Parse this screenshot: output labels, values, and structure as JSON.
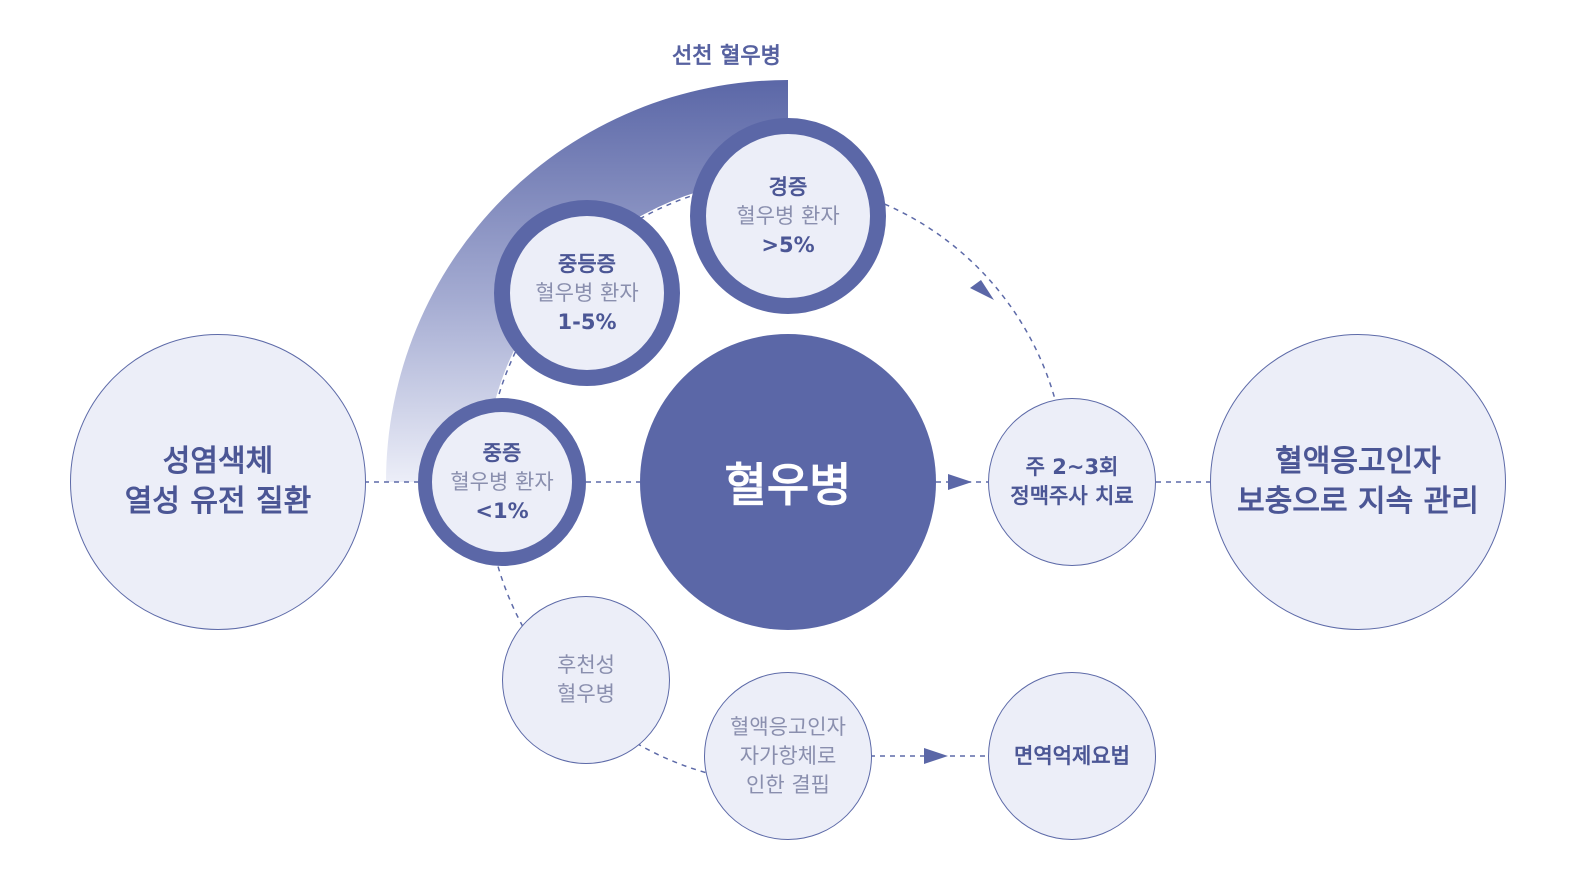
{
  "congenital_label": "선천 혈우병",
  "center": {
    "title": "혈우병"
  },
  "left_node": {
    "line1": "성염색체",
    "line2": "열성 유전 질환"
  },
  "mild": {
    "title": "경증",
    "sub": "혈우병 환자",
    "value": ">5%"
  },
  "moderate": {
    "title": "중등증",
    "sub": "혈우병 환자",
    "value": "1-5%"
  },
  "severe": {
    "title": "중증",
    "sub": "혈우병 환자",
    "value": "<1%"
  },
  "treatment": {
    "line1": "주 2~3회",
    "line2": "정맥주사 치료"
  },
  "right_node": {
    "line1": "혈액응고인자",
    "line2": "보충으로 지속 관리"
  },
  "acquired": {
    "line1": "후천성",
    "line2": "혈우병"
  },
  "inhibitor": {
    "line1": "혈액응고인자",
    "line2": "자가항체로",
    "line3": "인한 결핍"
  },
  "immuno": {
    "title": "면역억제요법"
  },
  "colors": {
    "primary": "#5b67a7",
    "light_fill": "#eceef8",
    "line": "#5d6aa8",
    "soft_text": "#8a8fae"
  }
}
